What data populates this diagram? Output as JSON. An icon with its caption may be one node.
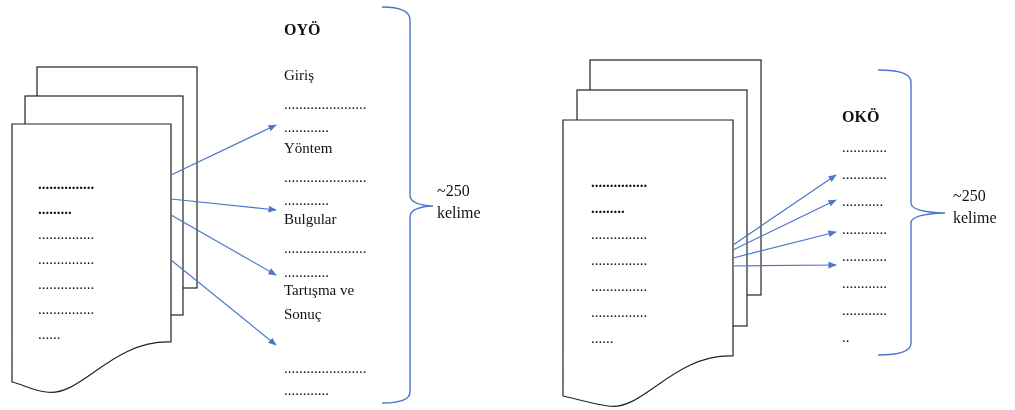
{
  "diagram": {
    "nodes": [
      {
        "text": [
          "...............",
          ".........",
          "...............",
          "...............",
          "...............",
          "...............",
          "......"
        ]
      },
      {
        "text": [
          "OYÖ",
          "Giriş",
          "......................",
          "............",
          "Yöntem",
          "......................",
          "............",
          "Bulgular",
          "......................",
          "............",
          "Tartışma ve Sonuç",
          "......................",
          "............"
        ]
      },
      {
        "text": [
          "...............",
          ".........",
          "...............",
          "...............",
          "...............",
          "...............",
          "......"
        ]
      },
      {
        "text": [
          "OKÖ",
          "............",
          "............",
          "...........",
          "............",
          "............",
          "............",
          "............",
          ".."
        ]
      }
    ],
    "edges": [
      {
        "from": 0,
        "to": 1,
        "arrow": "to"
      },
      {
        "from": 0,
        "to": 1,
        "arrow": "to"
      },
      {
        "from": 0,
        "to": 1,
        "arrow": "to"
      },
      {
        "from": 0,
        "to": 1,
        "arrow": "to"
      },
      {
        "from": 2,
        "to": 3,
        "arrow": "to"
      },
      {
        "from": 2,
        "to": 3,
        "arrow": "to"
      },
      {
        "from": 2,
        "to": 3,
        "arrow": "to"
      },
      {
        "from": 2,
        "to": 3,
        "arrow": "to"
      }
    ],
    "labels": [
      "~250 kelime",
      "~250 kelime"
    ]
  }
}
